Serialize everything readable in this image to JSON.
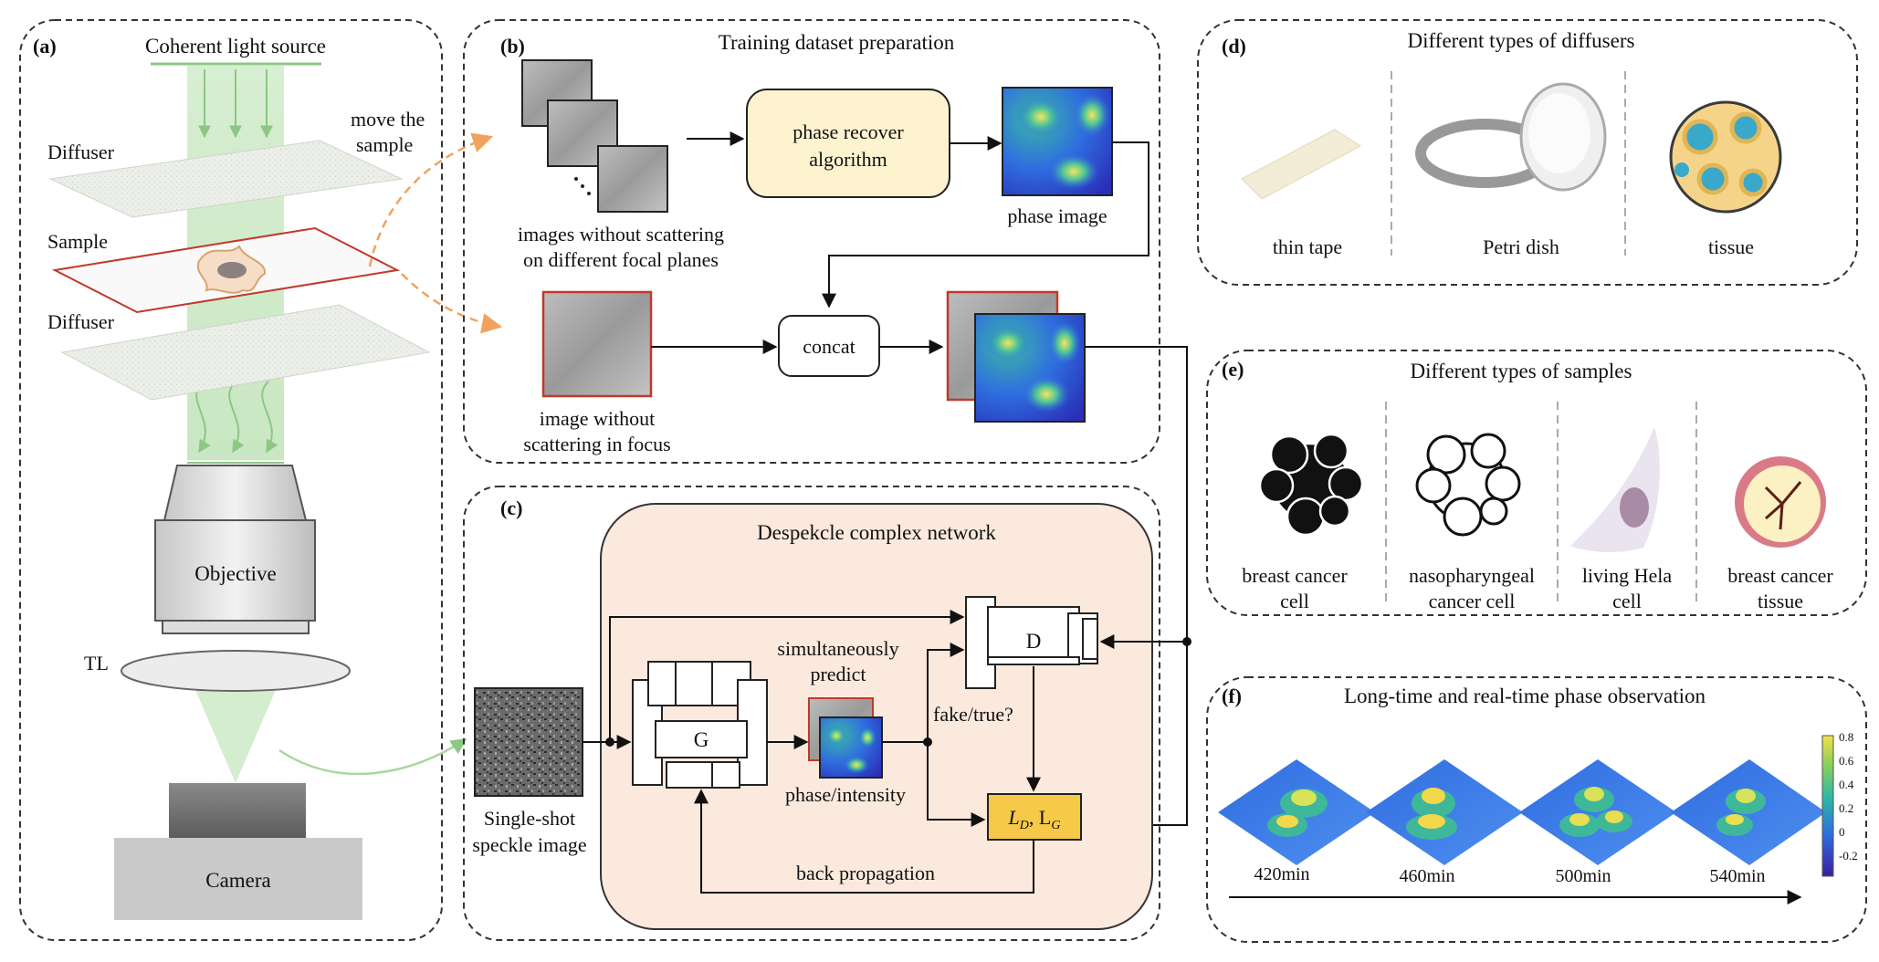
{
  "panels": {
    "a": {
      "label": "(a)",
      "light_source": "Coherent light source",
      "diffuser_top": "Diffuser",
      "sample": "Sample",
      "diffuser_bottom": "Diffuser",
      "move_line1": "move the",
      "move_line2": "sample",
      "objective": "Objective",
      "tube_lens": "TL",
      "camera": "Camera"
    },
    "b": {
      "label": "(b)",
      "title": "Training dataset preparation",
      "algorithm_line1": "phase recover",
      "algorithm_line2": "algorithm",
      "phase_image": "phase image",
      "stack_caption_line1": "images without scattering",
      "stack_caption_line2": "on different focal planes",
      "concat": "concat",
      "focus_caption_line1": "image without",
      "focus_caption_line2": "scattering in focus"
    },
    "c": {
      "label": "(c)",
      "network_title": "Despekcle complex network",
      "generator": "G",
      "discriminator": "D",
      "predict_line1": "simultaneously",
      "predict_line2": "predict",
      "fake_true": "fake/true?",
      "output_caption": "phase/intensity",
      "input_line1": "Single-shot",
      "input_line2": "speckle image",
      "loss": "L_D, L_G",
      "back_propagation": "back propagation"
    },
    "d": {
      "label": "(d)",
      "title": "Different types of diffusers",
      "items": [
        "thin tape",
        "Petri dish",
        "tissue"
      ]
    },
    "e": {
      "label": "(e)",
      "title": "Different types of samples",
      "items": [
        {
          "line1": "breast cancer",
          "line2": "cell"
        },
        {
          "line1": "nasopharyngeal",
          "line2": "cancer cell"
        },
        {
          "line1": "living Hela",
          "line2": "cell"
        },
        {
          "line1": "breast cancer",
          "line2": "tissue"
        }
      ]
    },
    "f": {
      "label": "(f)",
      "title": "Long-time and real-time phase observation",
      "time_points": [
        "420min",
        "460min",
        "500min",
        "540min"
      ],
      "colorbar_ticks": [
        "0.8",
        "0.6",
        "0.4",
        "0.2",
        "0",
        "-0.2"
      ]
    }
  },
  "colors": {
    "light_green": "#a9d6a0",
    "orange_arrow": "#f0a35e",
    "algorithm_fill": "#fdf3cf",
    "network_fill": "#fbe9de",
    "loss_fill": "#f7c948",
    "red_frame": "#c0392b"
  }
}
